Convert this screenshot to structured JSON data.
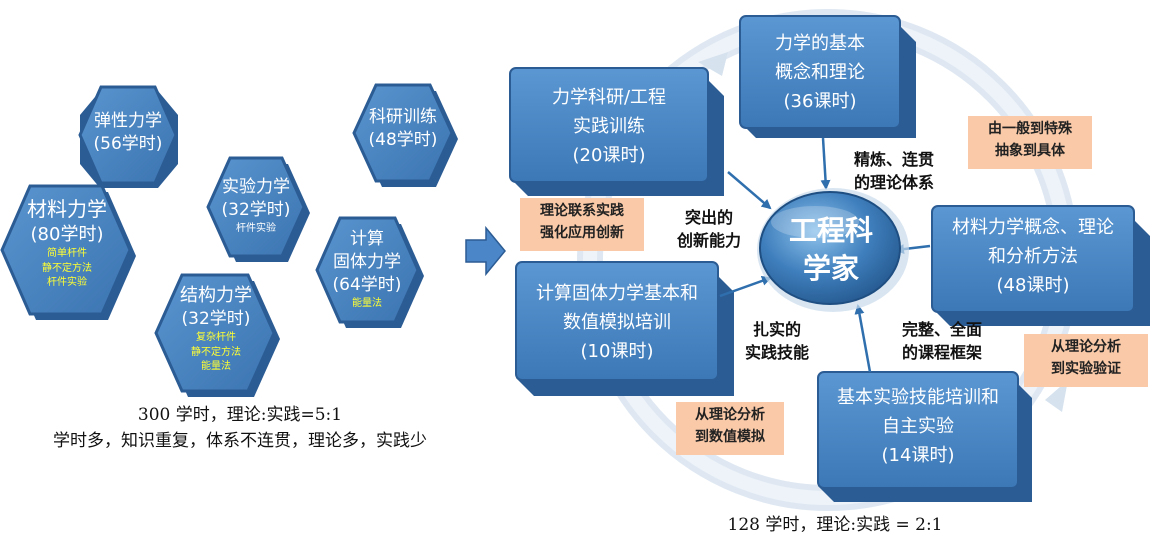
{
  "colors": {
    "node_fill": "#4a86c8",
    "node_edge": "#2c5c94",
    "note_fill": "#f9c9a8",
    "ring": "#dde7f1"
  },
  "left": {
    "hexagons": [
      {
        "title_lines": [
          "弹性力学",
          "(56学时)"
        ],
        "sub_lines": []
      },
      {
        "title_lines": [
          "科研训练",
          "(48学时)"
        ],
        "sub_lines": []
      },
      {
        "title_lines": [
          "实验力学",
          "(32学时)"
        ],
        "sub_lines": [
          "杆件实验"
        ]
      },
      {
        "title_lines": [
          "材料力学",
          "(80学时)"
        ],
        "sub_lines": [
          "简单杆件",
          "静不定方法",
          "杆件实验"
        ]
      },
      {
        "title_lines": [
          "计算",
          "固体力学",
          "(64学时)"
        ],
        "sub_lines": [
          "能量法"
        ]
      },
      {
        "title_lines": [
          "结构力学",
          "(32学时)"
        ],
        "sub_lines": [
          "复杂杆件",
          "静不定方法",
          "能量法"
        ]
      }
    ],
    "caption": [
      "300 学时，理论:实践=5:1",
      "学时多，知识重复，体系不连贯，理论多，实践少"
    ]
  },
  "right": {
    "center": [
      "工程科",
      "学家"
    ],
    "boxes": [
      {
        "lines": [
          "力学的基本",
          "概念和理论",
          "(36课时)"
        ]
      },
      {
        "lines": [
          "力学科研/工程",
          "实践训练",
          "(20课时)"
        ]
      },
      {
        "lines": [
          "材料力学概念、理论",
          "和分析方法",
          "(48课时)"
        ]
      },
      {
        "lines": [
          "计算固体力学基本和",
          "数值模拟培训",
          "(10课时)"
        ]
      },
      {
        "lines": [
          "基本实验技能培训和",
          "自主实验",
          "(14课时)"
        ]
      }
    ],
    "labels": [
      {
        "lines": [
          "精炼、连贯",
          "的理论体系"
        ]
      },
      {
        "lines": [
          "突出的",
          "创新能力"
        ]
      },
      {
        "lines": [
          "扎实的",
          "实践技能"
        ]
      },
      {
        "lines": [
          "完整、全面",
          "的课程框架"
        ]
      }
    ],
    "notes": [
      {
        "lines": [
          "由一般到特殊",
          "抽象到具体"
        ]
      },
      {
        "lines": [
          "理论联系实践",
          "强化应用创新"
        ]
      },
      {
        "lines": [
          "从理论分析",
          "到实验验证"
        ]
      },
      {
        "lines": [
          "从理论分析",
          "到数值模拟"
        ]
      }
    ],
    "caption": "128 学时，理论:实践 = 2:1"
  }
}
